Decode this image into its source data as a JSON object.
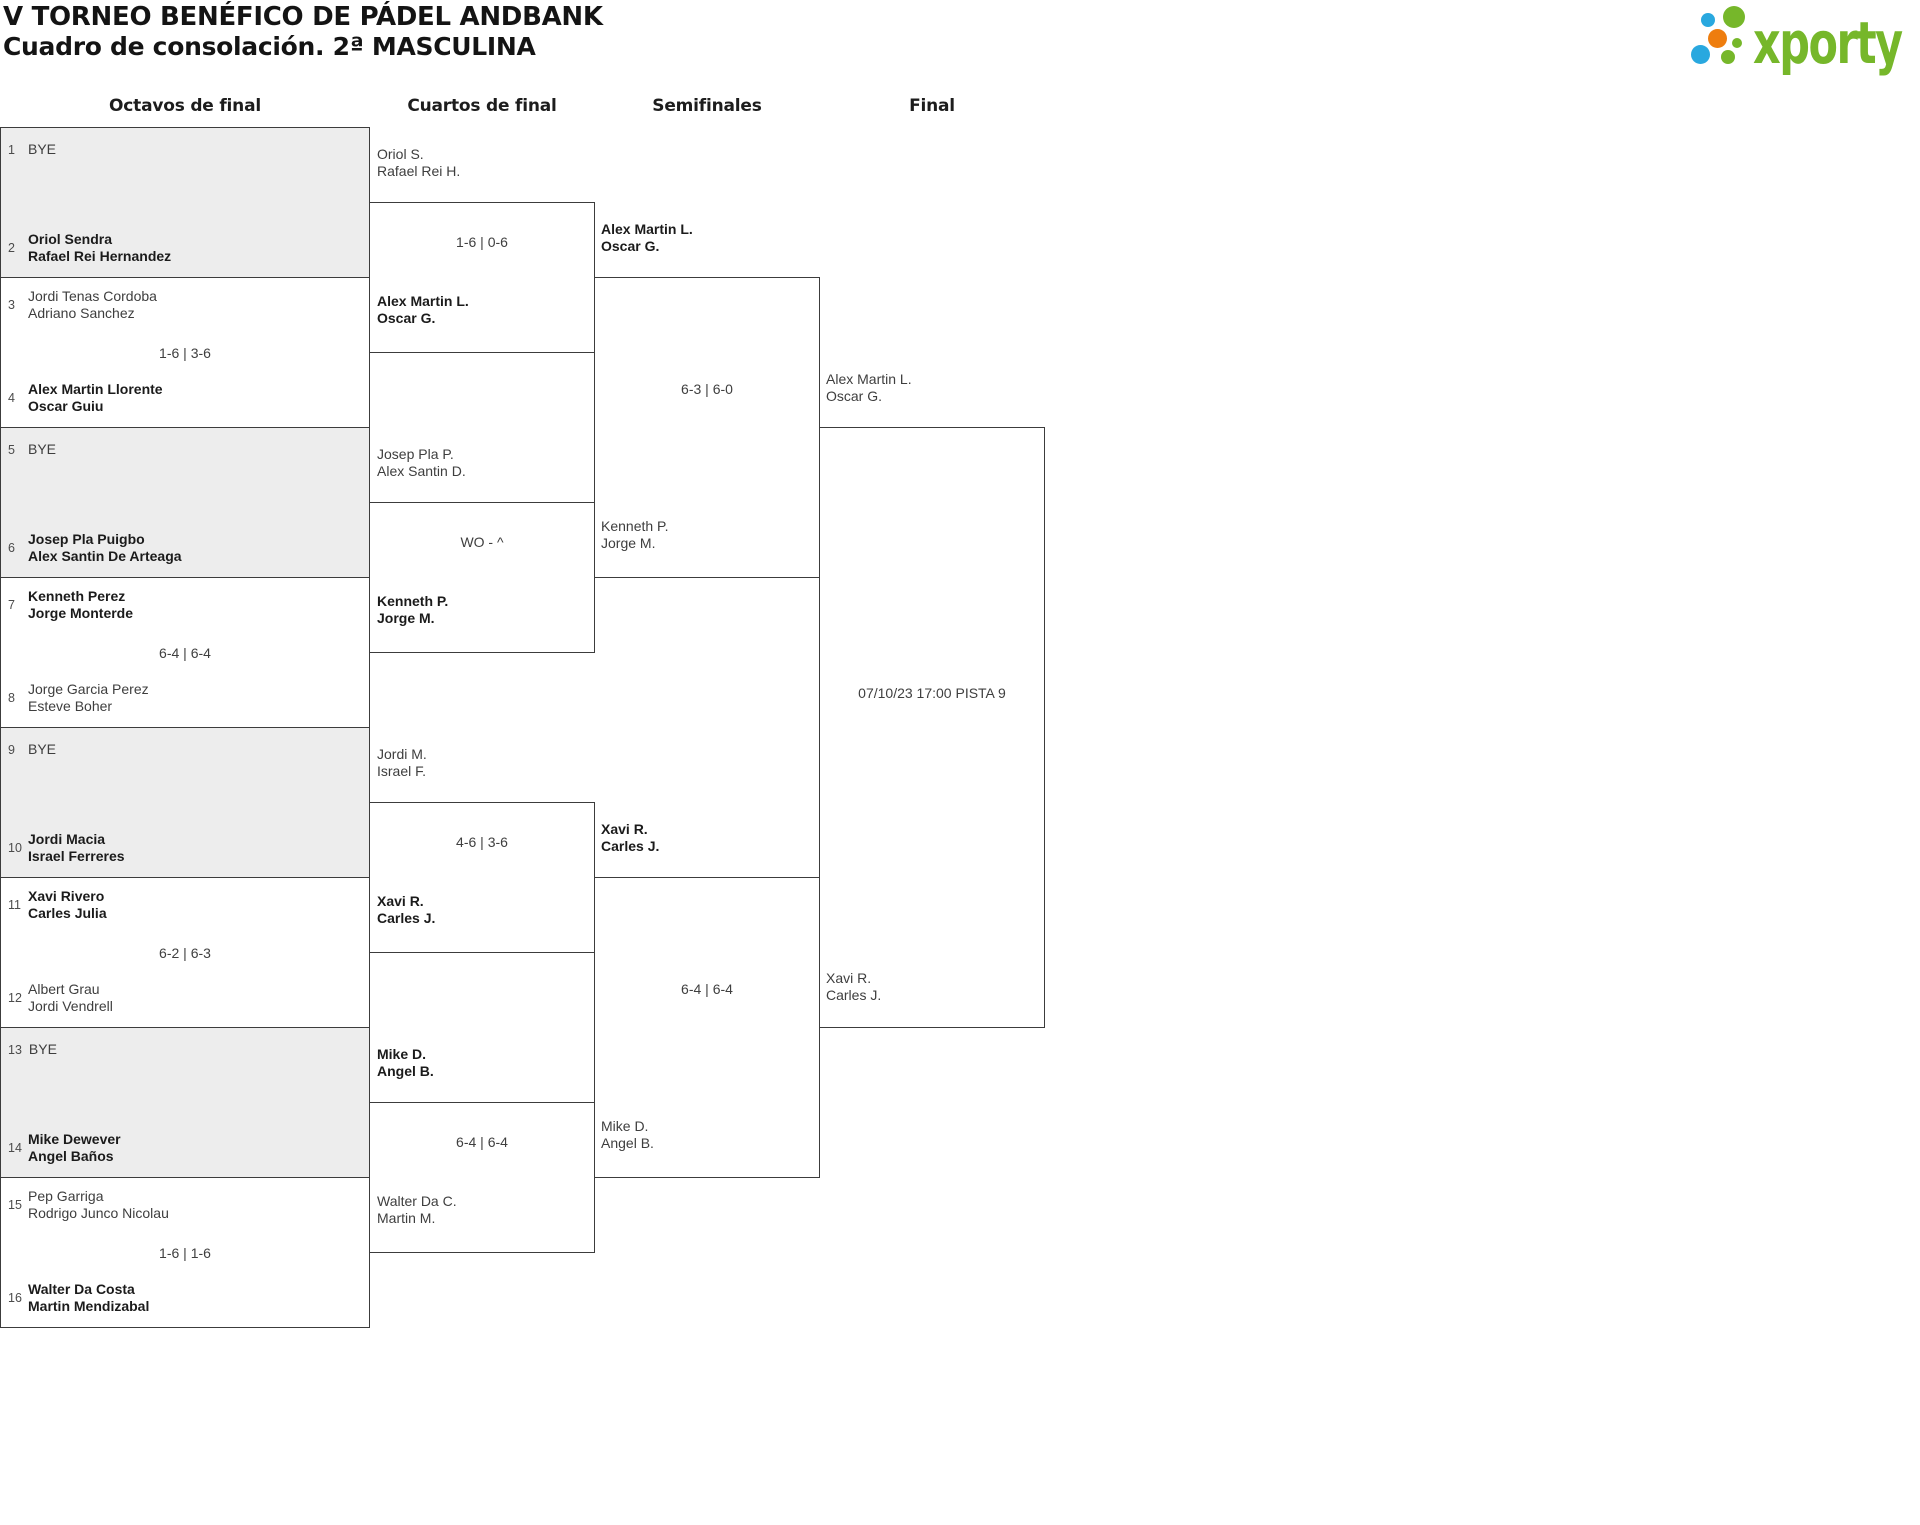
{
  "header": {
    "title": "V TORNEO BENÉFICO DE PÁDEL ANDBANK",
    "subtitle": "Cuadro de consolación. 2ª MASCULINA",
    "logo": {
      "text": "xporty",
      "colors": {
        "green": "#76b72a",
        "blue": "#29a8df",
        "orange": "#ee7d0e"
      }
    }
  },
  "columns": [
    "Octavos de final",
    "Cuartos de final",
    "Semifinales",
    "Final"
  ],
  "octavos": [
    {
      "seed_top": "1",
      "bye": "BYE",
      "seed_bottom": "2",
      "bottom1": "Oriol Sendra",
      "bottom2": "Rafael Rei Hernandez"
    },
    {
      "seed_top": "3",
      "top1": "Jordi Tenas Cordoba",
      "top2": "Adriano Sanchez",
      "score": "1-6 | 3-6",
      "seed_bottom": "4",
      "bottom1": "Alex Martin Llorente",
      "bottom2": "Oscar Guiu"
    },
    {
      "seed_top": "5",
      "bye": "BYE",
      "seed_bottom": "6",
      "bottom1": "Josep Pla Puigbo",
      "bottom2": "Alex Santin De Arteaga"
    },
    {
      "seed_top": "7",
      "top1": "Kenneth Perez",
      "top2": "Jorge Monterde",
      "score": "6-4 | 6-4",
      "seed_bottom": "8",
      "bottom1": "Jorge Garcia Perez",
      "bottom2": "Esteve Boher"
    },
    {
      "seed_top": "9",
      "bye": "BYE",
      "seed_bottom": "10",
      "bottom1": "Jordi Macia",
      "bottom2": "Israel Ferreres"
    },
    {
      "seed_top": "11",
      "top1": "Xavi Rivero",
      "top2": "Carles Julia",
      "score": "6-2 | 6-3",
      "seed_bottom": "12",
      "bottom1": "Albert Grau",
      "bottom2": "Jordi Vendrell"
    },
    {
      "seed_top": "13",
      "bye": "BYE",
      "seed_bottom": "14",
      "bottom1": "Mike Dewever",
      "bottom2": "Angel Baños"
    },
    {
      "seed_top": "15",
      "top1": "Pep Garriga",
      "top2": "Rodrigo Junco Nicolau",
      "score": "1-6 | 1-6",
      "seed_bottom": "16",
      "bottom1": "Walter Da Costa",
      "bottom2": "Martin Mendizabal"
    }
  ],
  "cuartos": [
    {
      "top1": "Oriol S.",
      "top2": "Rafael Rei H.",
      "score": "1-6 | 0-6",
      "bottom1": "Alex Martin L.",
      "bottom2": "Oscar G."
    },
    {
      "top1": "Josep Pla P.",
      "top2": "Alex Santin D.",
      "score": "WO - ^",
      "bottom1": "Kenneth P.",
      "bottom2": "Jorge M."
    },
    {
      "top1": "Jordi M.",
      "top2": "Israel F.",
      "score": "4-6 | 3-6",
      "bottom1": "Xavi R.",
      "bottom2": "Carles J."
    },
    {
      "top1": "Mike D.",
      "top2": "Angel B.",
      "score": "6-4 | 6-4",
      "bottom1": "Walter Da C.",
      "bottom2": "Martin M."
    }
  ],
  "semifinales": [
    {
      "top1": "Alex Martin L.",
      "top2": "Oscar G.",
      "score": "6-3 | 6-0",
      "bottom1": "Kenneth P.",
      "bottom2": "Jorge M."
    },
    {
      "top1": "Xavi R.",
      "top2": "Carles J.",
      "score": "6-4 | 6-4",
      "bottom1": "Mike D.",
      "bottom2": "Angel B."
    }
  ],
  "final": {
    "top1": "Alex Martin L.",
    "top2": "Oscar G.",
    "schedule": "07/10/23 17:00 PISTA 9",
    "bottom1": "Xavi R.",
    "bottom2": "Carles J."
  }
}
